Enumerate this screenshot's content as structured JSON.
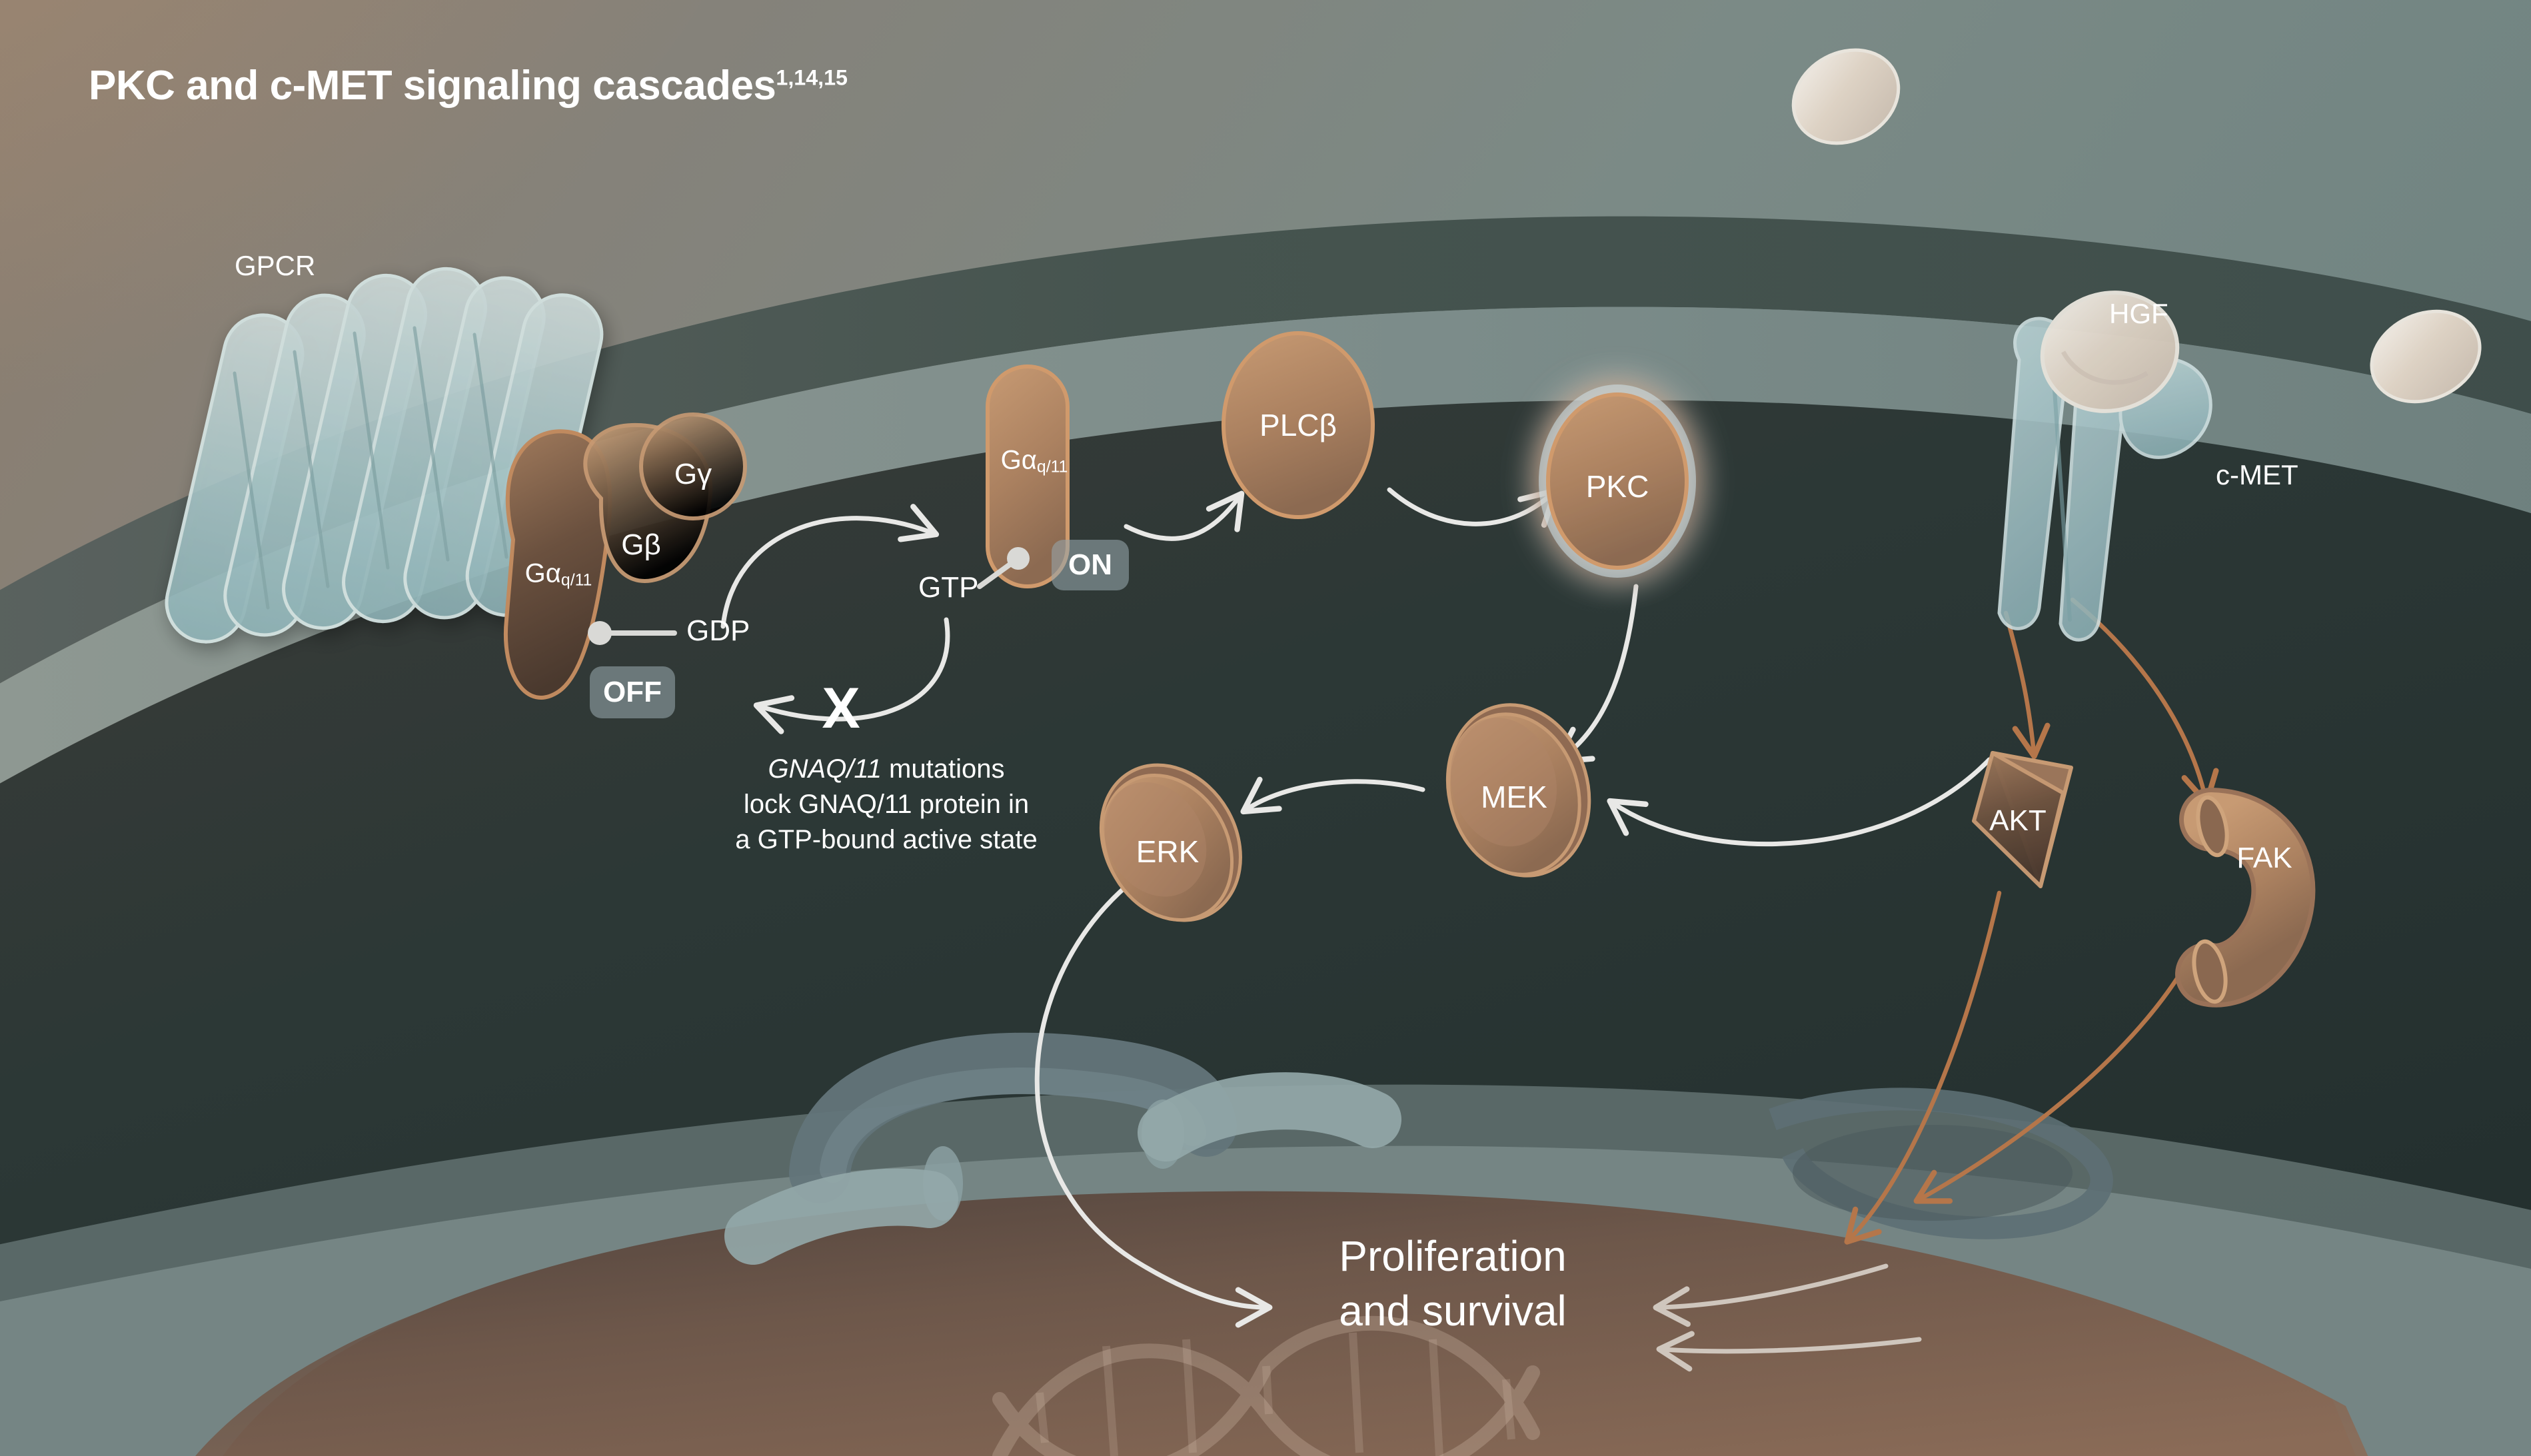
{
  "title": {
    "main": "PKC and c-MET signaling cascades",
    "refs": "1,14,15"
  },
  "labels": {
    "gpcr": "GPCR",
    "hgf": "HGF",
    "cmet": "c-MET",
    "gdp": "GDP",
    "gtp": "GTP",
    "block_mark": "X"
  },
  "badges": {
    "off": "OFF",
    "on": "ON"
  },
  "nodes": [
    {
      "id": "g_alpha_off",
      "label": "Gα",
      "sub": "q/11",
      "shape": "capsule"
    },
    {
      "id": "g_beta",
      "label": "Gβ",
      "sub": "",
      "shape": "blob"
    },
    {
      "id": "g_gamma",
      "label": "Gγ",
      "sub": "",
      "shape": "circle"
    },
    {
      "id": "g_alpha_on",
      "label": "Gα",
      "sub": "q/11",
      "shape": "capsule"
    },
    {
      "id": "plc_beta",
      "label": "PLCβ",
      "sub": "",
      "shape": "ellipse"
    },
    {
      "id": "pkc",
      "label": "PKC",
      "sub": "",
      "shape": "blob-glow"
    },
    {
      "id": "mek",
      "label": "MEK",
      "sub": "",
      "shape": "disc"
    },
    {
      "id": "erk",
      "label": "ERK",
      "sub": "",
      "shape": "disc"
    },
    {
      "id": "akt",
      "label": "AKT",
      "sub": "",
      "shape": "triangle"
    },
    {
      "id": "fak",
      "label": "FAK",
      "sub": "",
      "shape": "bent-tube"
    }
  ],
  "caption": {
    "line1_gene": "GNAQ/11",
    "line1_rest": " mutations",
    "line2": "lock GNAQ/11 protein in",
    "line3": "a GTP-bound active state"
  },
  "outcome": {
    "line1": "Proliferation",
    "line2": "and survival"
  },
  "colors": {
    "extracellular": "#7d8d87",
    "membrane_dark": "#4a5755",
    "membrane_light": "#7f8f8d",
    "cytoplasm": "#2b3735",
    "nucleus": "#6b5449",
    "protein_tan": "#b98a63",
    "protein_fill": "#a9apero",
    "receptor_teal": "#9fc0c4",
    "arrow_white": "#e8e8e6",
    "arrow_copper": "#b5764a",
    "text": "#ffffff"
  }
}
